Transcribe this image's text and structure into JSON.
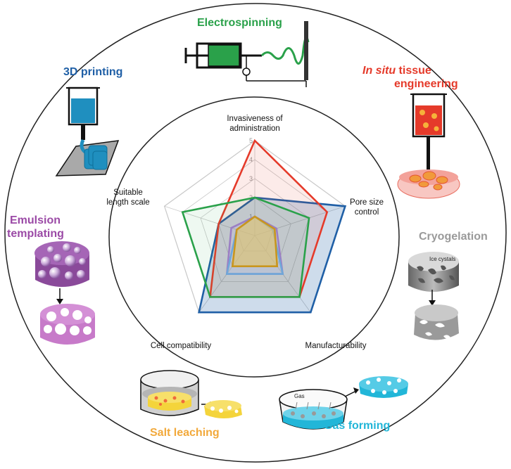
{
  "techniques": {
    "electrospinning": {
      "label": "Electrospinning",
      "color": "#2aa14a"
    },
    "printing3d": {
      "label": "3D printing",
      "color": "#1f5fa6"
    },
    "insitu": {
      "label_italic": "In situ",
      "label_rest": " tissue",
      "label_line2": "engineering",
      "color": "#e53a2a"
    },
    "emulsion": {
      "label_line1": "Emulsion",
      "label_line2": "templating",
      "color": "#9b4aa6"
    },
    "cryogelation": {
      "label": "Cryogelation",
      "color": "#9a9a9a",
      "inner_label": "Ice cystals"
    },
    "salt": {
      "label": "Salt leaching",
      "color": "#f2a93b"
    },
    "gas": {
      "label": "Gas forming",
      "color": "#22b6d8",
      "inner_label": "Gas"
    }
  },
  "chart_data": {
    "type": "radar",
    "axes": [
      {
        "line1": "Invasiveness of",
        "line2": "administration"
      },
      {
        "line1": "Pore size",
        "line2": "control"
      },
      {
        "line1": "Manufacturability",
        "line2": ""
      },
      {
        "line1": "Cell compatibility",
        "line2": ""
      },
      {
        "line1": "Suitable",
        "line2": "length scale"
      }
    ],
    "ticks": [
      "1",
      "2",
      "3",
      "4",
      "5"
    ],
    "range": [
      0,
      5
    ],
    "series": [
      {
        "color": "#1f5fa6",
        "fill": "#1f5fa6",
        "fill_opacity": 0.22,
        "values": [
          2,
          5,
          5,
          5,
          2
        ]
      },
      {
        "color": "#e53a2a",
        "fill": "#e53a2a",
        "fill_opacity": 0.1,
        "values": [
          5,
          4,
          4,
          4,
          2
        ]
      },
      {
        "color": "#2aa14a",
        "fill": "#2aa14a",
        "fill_opacity": 0.08,
        "values": [
          2,
          3,
          4,
          4,
          4
        ]
      },
      {
        "color": "#9b7fc4",
        "fill": "#b7a6dc",
        "fill_opacity": 0.2,
        "values": [
          1,
          1.2,
          2.5,
          2.5,
          1.3
        ]
      },
      {
        "color": "#6fa7d8",
        "fill": "#a9cbe8",
        "fill_opacity": 0.2,
        "values": [
          1,
          1,
          2.5,
          2.5,
          1
        ]
      },
      {
        "color": "#c9961e",
        "fill": "#e8c45e",
        "fill_opacity": 0.55,
        "values": [
          1,
          1.1,
          2,
          2,
          1
        ]
      }
    ]
  }
}
